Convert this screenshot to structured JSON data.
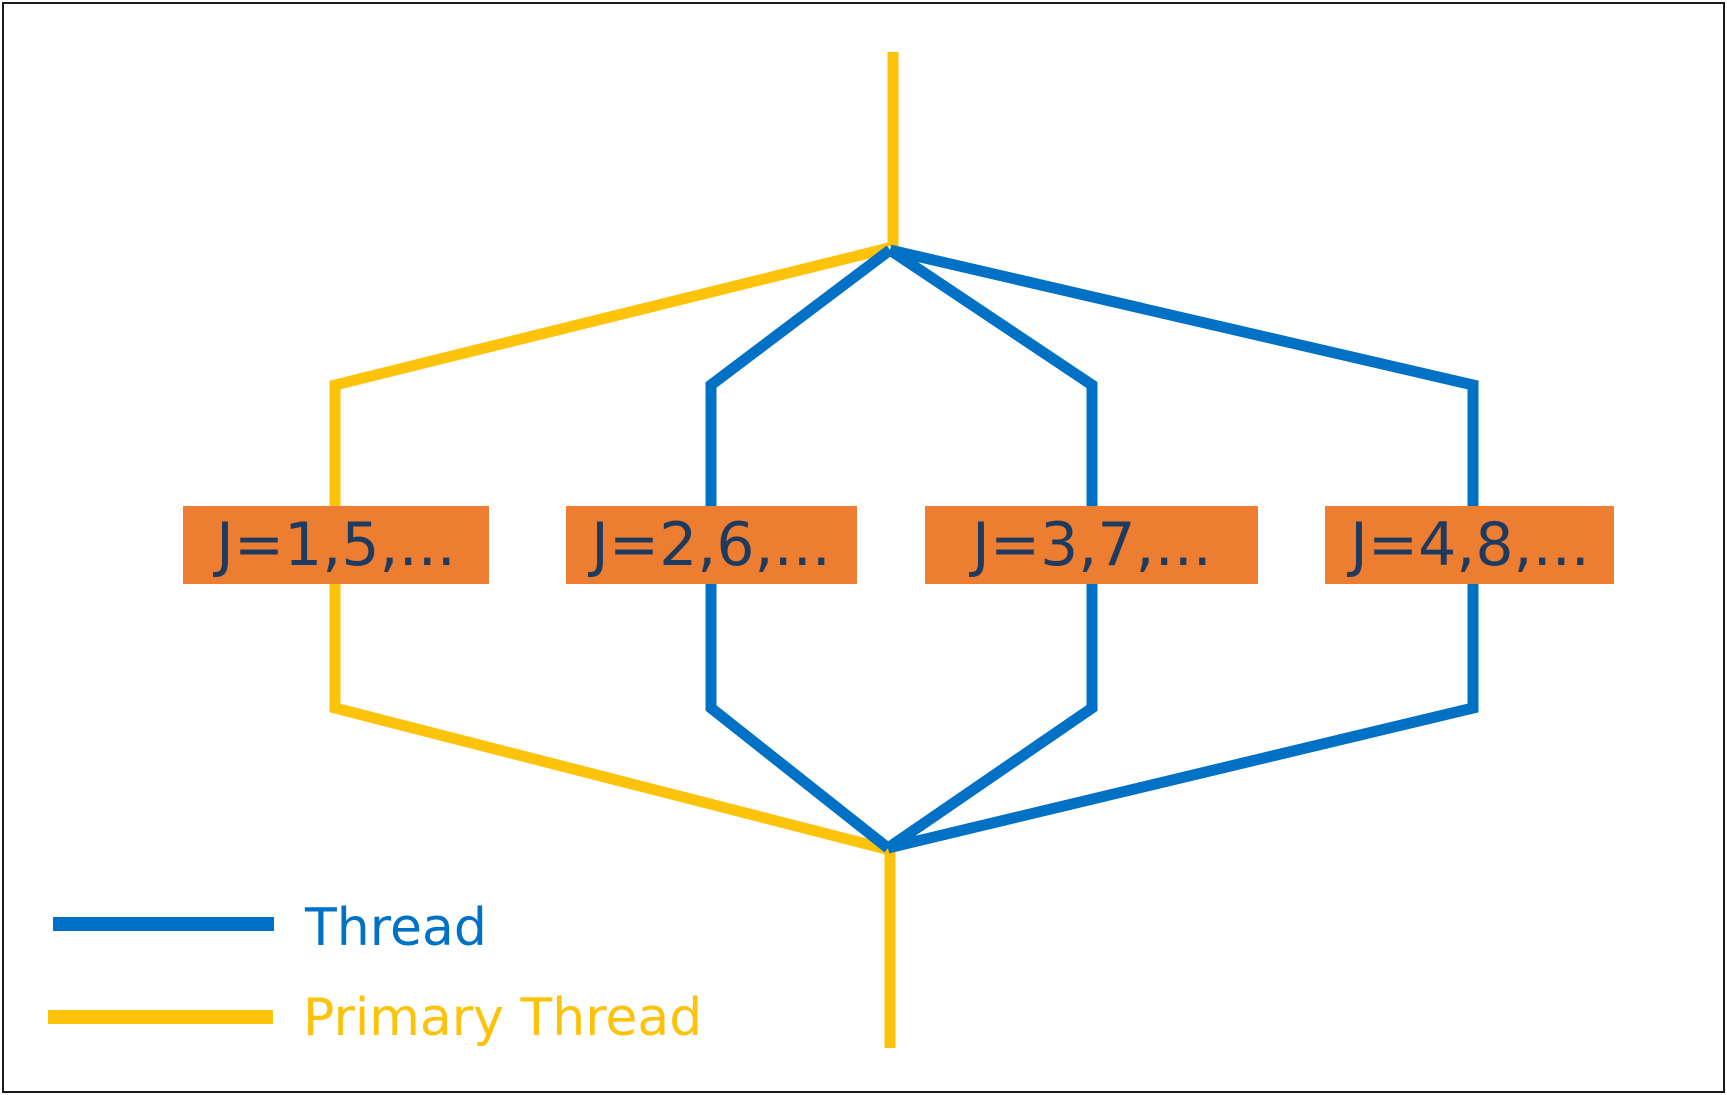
{
  "colors": {
    "thread": "#0071c5",
    "primary_thread": "#fdc20a",
    "box_fill": "#ed7d31",
    "box_text": "#1f3a5f"
  },
  "boxes": [
    {
      "label": "J=1,5,..."
    },
    {
      "label": "J=2,6,..."
    },
    {
      "label": "J=3,7,..."
    },
    {
      "label": "J=4,8,..."
    }
  ],
  "legend": {
    "thread_label": "Thread",
    "primary_thread_label": "Primary Thread"
  }
}
